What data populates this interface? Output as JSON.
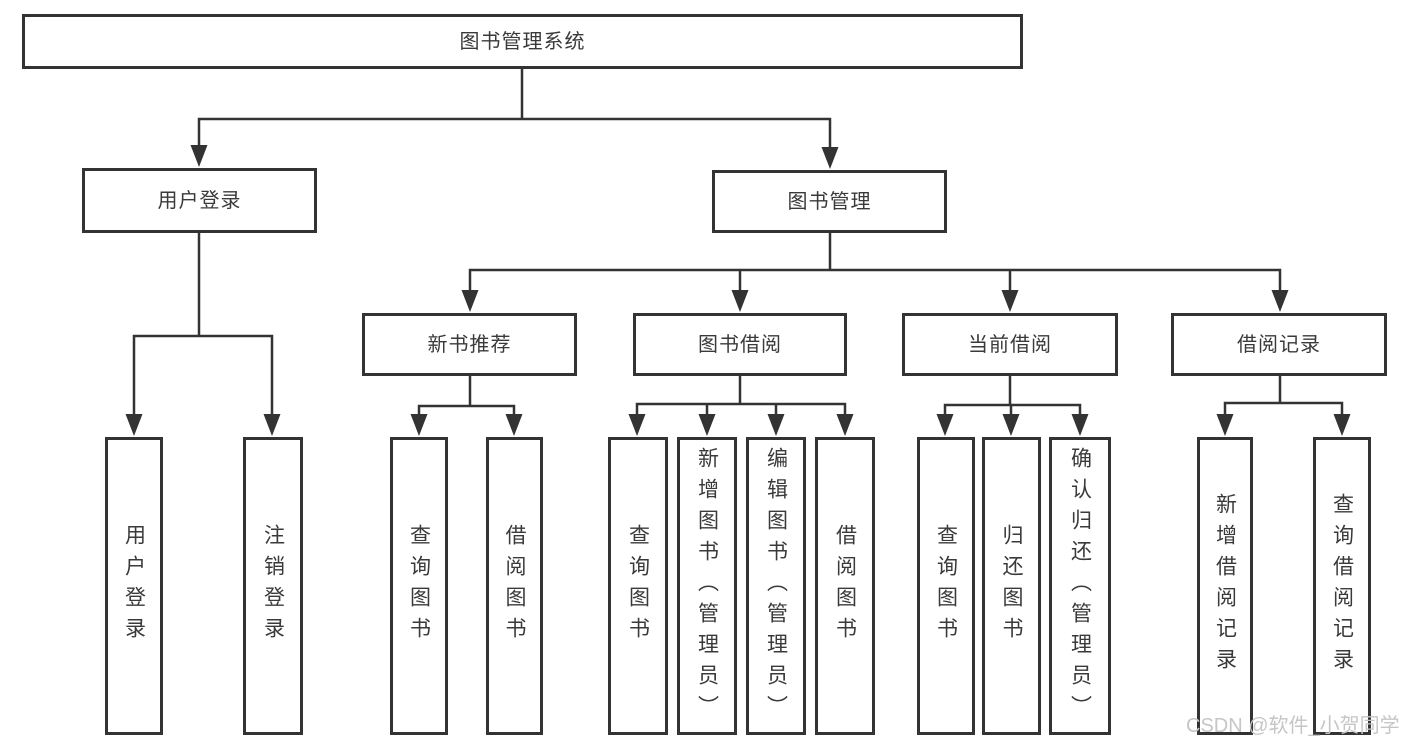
{
  "colors": {
    "line": "#333333",
    "text": "#3a3a3a",
    "box_fill": "#ffffff",
    "background": "#ffffff",
    "watermark": "#c6c6c9"
  },
  "watermark": {
    "text": "CSDN @软件_小贺同学"
  },
  "tree": {
    "label": "图书管理系统",
    "children": [
      {
        "label": "用户登录",
        "children": [
          {
            "label": "用户登录"
          },
          {
            "label": "注销登录"
          }
        ]
      },
      {
        "label": "图书管理",
        "children": [
          {
            "label": "新书推荐",
            "children": [
              {
                "label": "查询图书"
              },
              {
                "label": "借阅图书"
              }
            ]
          },
          {
            "label": "图书借阅",
            "children": [
              {
                "label": "查询图书"
              },
              {
                "label": "新增图书（管理员）"
              },
              {
                "label": "编辑图书（管理员）"
              },
              {
                "label": "借阅图书"
              }
            ]
          },
          {
            "label": "当前借阅",
            "children": [
              {
                "label": "查询图书"
              },
              {
                "label": "归还图书"
              },
              {
                "label": "确认归还（管理员）"
              }
            ]
          },
          {
            "label": "借阅记录",
            "children": [
              {
                "label": "新增借阅记录"
              },
              {
                "label": "查询借阅记录"
              }
            ]
          }
        ]
      }
    ]
  }
}
